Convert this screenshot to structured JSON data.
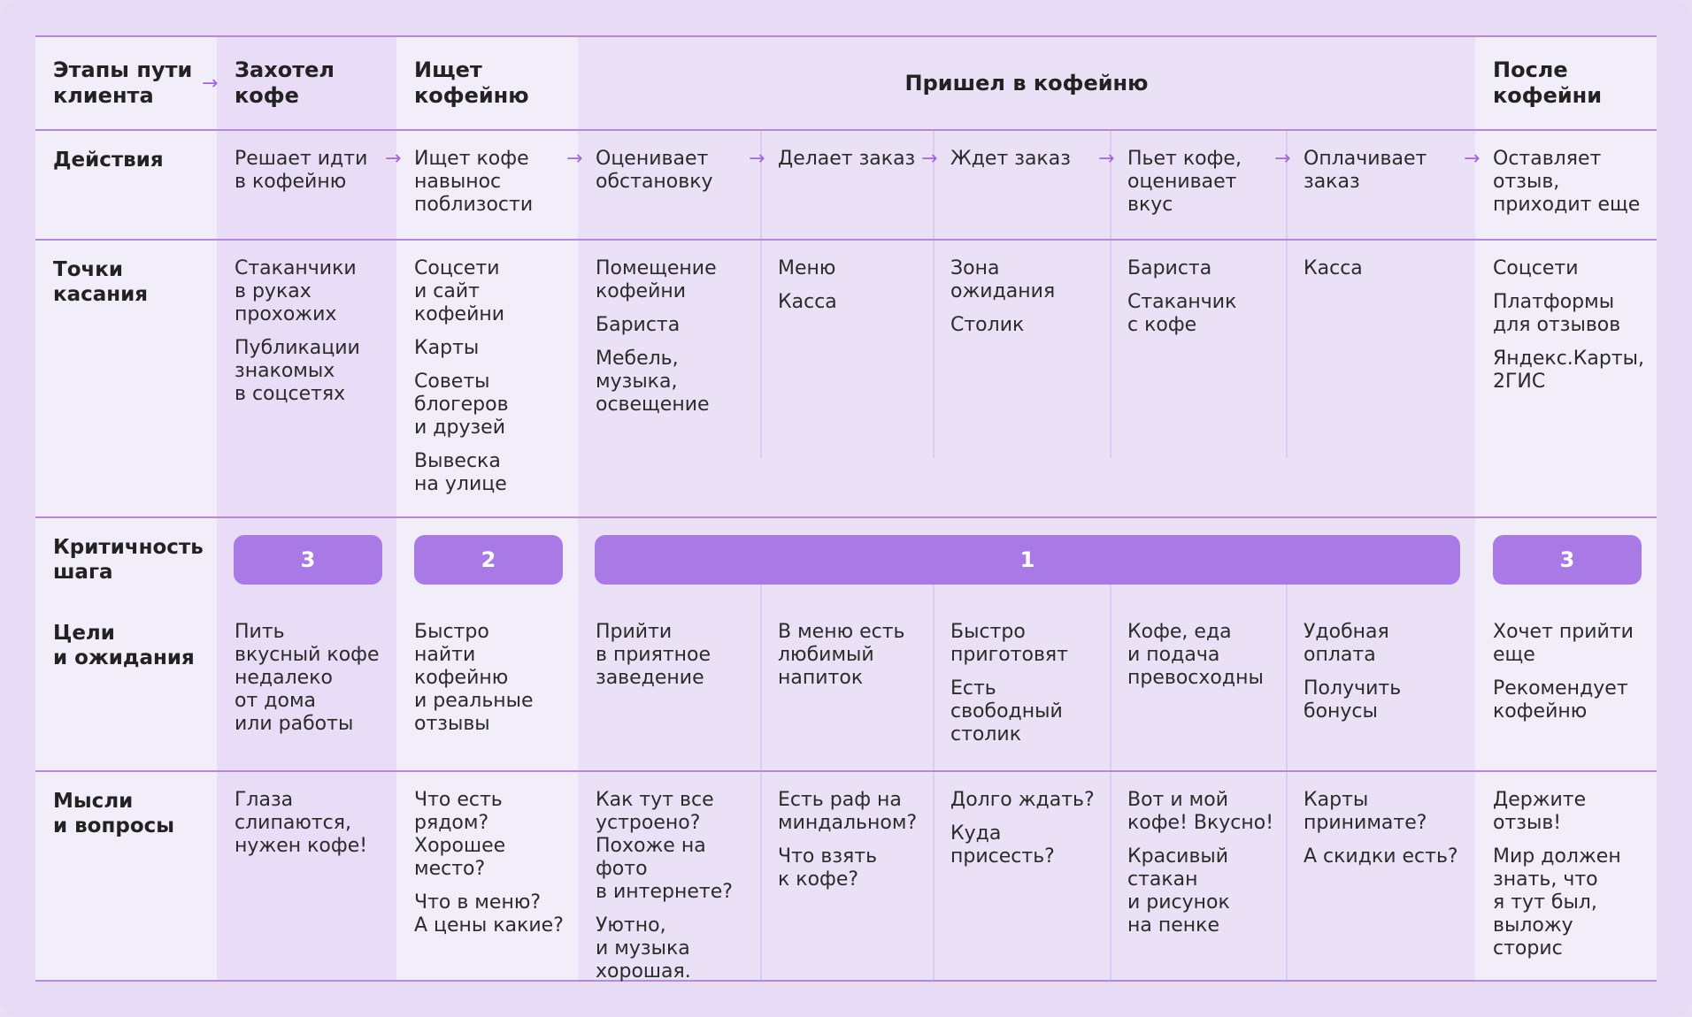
{
  "colors": {
    "accent": "#a97ae6",
    "line": "#b48ad6",
    "arrow": "#a566d9"
  },
  "header": {
    "row_label": "Этапы пути\nклиента",
    "stages": [
      "Захотел\nкофе",
      "Ищет\nкофейню",
      "Пришел в кофейню",
      "После\nкофейни"
    ]
  },
  "rows": {
    "actions": {
      "label": "Действия",
      "cells": [
        [
          "Решает идти\nв кофейню"
        ],
        [
          "Ищет кофе\nнавынос\nпоблизости"
        ],
        [
          "Оценивает\nобстановку"
        ],
        [
          "Делает заказ"
        ],
        [
          "Ждет заказ"
        ],
        [
          "Пьет кофе,\nоценивает\nвкус"
        ],
        [
          "Оплачивает\nзаказ"
        ],
        [
          "Оставляет\nотзыв,\nприходит еще"
        ]
      ]
    },
    "touchpoints": {
      "label": "Точки\nкасания",
      "cells": [
        [
          "Стаканчики\nв руках\nпрохожих",
          "Публикации\nзнакомых\nв соцсетях"
        ],
        [
          "Соцсети\nи сайт\nкофейни",
          "Карты",
          "Советы\nблогеров\nи друзей",
          "Вывеска\nна улице"
        ],
        [
          "Помещение\nкофейни",
          "Бариста",
          "Мебель,\nмузыка,\nосвещение"
        ],
        [
          "Меню",
          "Касса"
        ],
        [
          "Зона\nожидания",
          "Столик"
        ],
        [
          "Бариста",
          "Стаканчик\nс кофе"
        ],
        [
          "Касса"
        ],
        [
          "Соцсети",
          "Платформы\nдля отзывов",
          "Яндекс.Карты,\n2ГИС"
        ]
      ]
    },
    "criticality": {
      "label": "Критичность\nшага",
      "values": [
        "3",
        "2",
        "1",
        "3"
      ]
    },
    "goals": {
      "label": "Цели\nи ожидания",
      "cells": [
        [
          "Пить\nвкусный кофе\nнедалеко\nот дома\nили работы"
        ],
        [
          "Быстро\nнайти\nкофейню\nи реальные\nотзывы"
        ],
        [
          "Прийти\nв приятное\nзаведение"
        ],
        [
          "В меню есть\nлюбимый\nнапиток"
        ],
        [
          "Быстро\nприготовят",
          "Есть\nсвободный\nстолик"
        ],
        [
          "Кофе, еда\nи подача\nпревосходны"
        ],
        [
          "Удобная\nоплата",
          "Получить\nбонусы"
        ],
        [
          "Хочет прийти\nеще",
          "Рекомендует\nкофейню"
        ]
      ]
    },
    "thoughts": {
      "label": "Мысли\nи вопросы",
      "cells": [
        [
          "Глаза\nслипаются,\nнужен кофе!"
        ],
        [
          "Что есть\nрядом?\nХорошее\nместо?",
          "Что в меню?\nА цены какие?"
        ],
        [
          "Как тут все\nустроено?\nПохоже на фото\nв интернете?",
          "Уютно,\nи музыка\nхорошая."
        ],
        [
          "Есть раф на\nминдальном?",
          "Что взять\nк кофе?"
        ],
        [
          "Долго ждать?",
          "Куда присесть?"
        ],
        [
          "Вот и мой\nкофе! Вкусно!",
          "Красивый\nстакан\nи рисунок\nна пенке"
        ],
        [
          "Карты\nпринимате?",
          "А скидки есть?"
        ],
        [
          "Держите\nотзыв!",
          "Мир должен\nзнать, что\nя тут был,\nвыложу\nсторис"
        ]
      ]
    }
  }
}
